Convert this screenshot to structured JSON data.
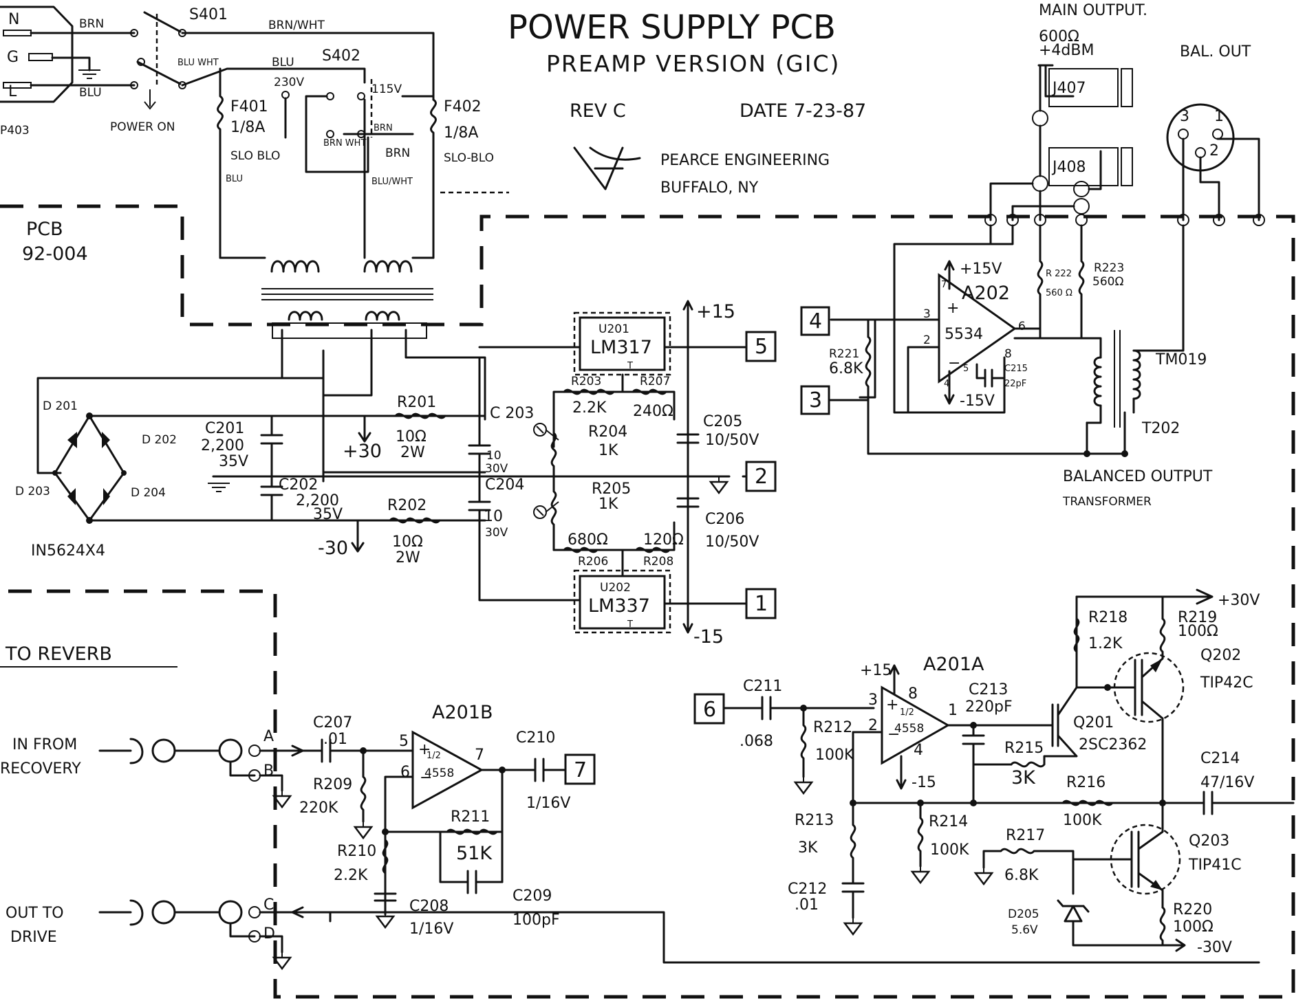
{
  "title": {
    "main": "POWER SUPPLY PCB",
    "sub": "PREAMP VERSION (GIC)",
    "rev": "REV C",
    "date": "DATE 7-23-87",
    "company": "PEARCE ENGINEERING",
    "city": "BUFFALO, NY"
  },
  "mains": {
    "n": "N",
    "g": "G",
    "l": "L",
    "p403": "P403",
    "brn": "BRN",
    "blu": "BLU",
    "s401": "S401",
    "s402": "S402",
    "brn_wht": "BRN/WHT",
    "blu_wht": "BLU WHT",
    "blu2": "BLU",
    "v230": "230V",
    "v115": "115V",
    "power_on": "POWER ON",
    "f401": "F401",
    "f401_rating": "1/8A",
    "f401_type": "SLO BLO",
    "f401_blu": "BLU",
    "f402": "F402",
    "f402_rating": "1/8A",
    "f402_type": "SLO-BLO",
    "brn2": "BRN",
    "brn_wht2": "BRN WHT",
    "brn3": "BRN",
    "blu_wht2": "BLU/WHT"
  },
  "pcb": {
    "label": "PCB",
    "number": "92-004"
  },
  "supply": {
    "d201": "D 201",
    "d202": "D 202",
    "d203": "D 203",
    "d204": "D 204",
    "bridge": "IN5624X4",
    "c201": "C201",
    "c201_val": "2,200",
    "c201_v": "35V",
    "c202": "C202",
    "c202_val": "2,200",
    "c202_v": "35V",
    "p30": "+30",
    "m30": "-30",
    "r201": "R201",
    "r201_val": "10Ω",
    "r201_w": "2W",
    "r202": "R202",
    "r202_val": "10Ω",
    "r202_w": "2W",
    "c203": "C 203",
    "c203_val": "10",
    "c203_v": "30V",
    "c204": "C204",
    "c204_val": "10",
    "c204_v": "30V",
    "u201": "U201",
    "u201_part": "LM317",
    "u201_t": "T",
    "u202": "U202",
    "u202_part": "LM337",
    "u202_t": "T",
    "r203": "R203",
    "r203_val": "2.2K",
    "r207": "R207",
    "r207_val": "240Ω",
    "r204": "R204",
    "r204_val": "1K",
    "r205": "R205",
    "r205_val": "1K",
    "r206": "R206",
    "r206_val": "680Ω",
    "r208": "R208",
    "r208_val": "120Ω",
    "c205": "C205",
    "c205_val": "10/50V",
    "c206": "C206",
    "c206_val": "10/50V",
    "p15": "+15",
    "m15": "-15"
  },
  "connectors": [
    "5",
    "2",
    "1",
    "4",
    "3",
    "6",
    "7"
  ],
  "output": {
    "main_output": "MAIN OUTPUT.",
    "main_imp": "600Ω",
    "main_level": "+4dBM",
    "bal_out": "BAL. OUT",
    "j407": "J407",
    "j408": "J408",
    "xlr_1": "1",
    "xlr_2": "2",
    "xlr_3": "3",
    "a202": "A202",
    "a202_part": "5534",
    "a202_p15": "+15V",
    "a202_m15": "-15V",
    "pin7": "7",
    "pin3": "3",
    "pin2": "2",
    "pin6": "6",
    "pin8": "8",
    "pin5": "5",
    "pin4": "4",
    "r221": "R221",
    "r221_val": "6.8K",
    "r222": "R 222",
    "r222_val": "560 Ω",
    "r223": "R223",
    "r223_val": "560Ω",
    "c215": "C215",
    "c215_val": "22pF",
    "tm019": "TM019",
    "t202": "T202",
    "bal_xfmr_1": "BALANCED OUTPUT",
    "bal_xfmr_2": "TRANSFORMER"
  },
  "reverb": {
    "to_reverb": "TO REVERB",
    "in_from": "IN FROM",
    "recovery": "RECOVERY",
    "out_to": "OUT TO",
    "drive": "DRIVE",
    "a": "A",
    "b": "B",
    "c": "C",
    "d": "D",
    "c207": "C207",
    "c207_val": ".01",
    "r209": "R209",
    "r209_val": "220K",
    "a201b": "A201B",
    "a201b_half": "1/2",
    "a201b_part": "4558",
    "pin5": "5",
    "pin6": "6",
    "pin7": "7",
    "c210": "C210",
    "c210_val": "1/16V",
    "r211": "R211",
    "r211_val": "51K",
    "r210": "R210",
    "r210_val": "2.2K",
    "c208": "C208",
    "c208_val": "1/16V",
    "c209": "C209",
    "c209_val": "100pF"
  },
  "drive": {
    "c211": "C211",
    "c211_val": ".068",
    "r212": "R212",
    "r212_val": "100K",
    "a201a": "A201A",
    "a201a_p15": "+15",
    "a201a_half": "1/2",
    "a201a_part": "4558",
    "pin3": "3",
    "pin2": "2",
    "pin8": "8",
    "pin4": "4",
    "pin1": "1",
    "m15": "-15",
    "c213": "C213",
    "c213_val": "220pF",
    "r215": "R215",
    "r215_val": "3K",
    "q201": "Q201",
    "q201_part": "2SC2362",
    "r218": "R218",
    "r218_val": "1.2K",
    "r219": "R219",
    "r219_val": "100Ω",
    "p30v": "+30V",
    "q202": "Q202",
    "q202_part": "TIP42C",
    "c214": "C214",
    "c214_val": "47/16V",
    "r216": "R216",
    "r216_val": "100K",
    "q203": "Q203",
    "q203_part": "TIP41C",
    "r213": "R213",
    "r213_val": "3K",
    "r214": "R214",
    "r214_val": "100K",
    "r217": "R217",
    "r217_val": "6.8K",
    "c212": "C212",
    "c212_val": ".01",
    "d205": "D205",
    "d205_val": "5.6V",
    "r220": "R220",
    "r220_val": "100Ω",
    "m30v": "-30V"
  }
}
